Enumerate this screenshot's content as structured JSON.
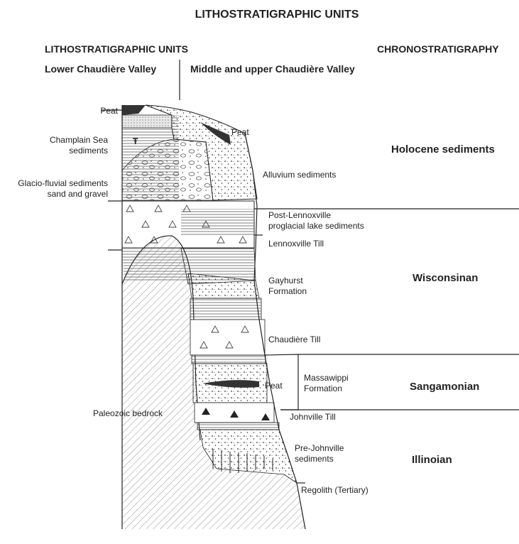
{
  "title": "LITHOSTRATIGRAPHIC UNITS",
  "headers": {
    "litho": "LITHOSTRATIGRAPHIC UNITS",
    "chrono": "CHRONOSTRATIGRAPHY",
    "lower_valley": "Lower Chaudière Valley",
    "upper_valley": "Middle and upper Chaudière Valley"
  },
  "left_labels": {
    "peat": "Peat",
    "champlain_1": "Champlain Sea",
    "champlain_2": "sediments",
    "glacio_1": "Glacio-fluvial sediments",
    "glacio_2": "sand and gravel",
    "bedrock": "Paleozoic bedrock"
  },
  "right_labels": {
    "peat_top": "Peat",
    "alluvium": "Alluvium sediments",
    "post_lennox_1": "Post-Lennoxville",
    "post_lennox_2": "proglacial lake sediments",
    "lennoxville": "Lennoxville Till",
    "gayhurst_1": "Gayhurst",
    "gayhurst_2": "Formation",
    "chaudiere_till": "Chaudière Till",
    "massawippi_1": "Massawippi",
    "massawippi_2": "Formation",
    "peat_mid": "Peat",
    "johnville": "Johnville Till",
    "prejohnville_1": "Pre-Johnville",
    "prejohnville_2": "sediments",
    "regolith": "Regolith (Tertiary)"
  },
  "chrono_units": {
    "holocene": "Holocene sediments",
    "wisconsinan": "Wisconsinan",
    "sangamonian": "Sangamonian",
    "illinoian": "Illinoian"
  }
}
